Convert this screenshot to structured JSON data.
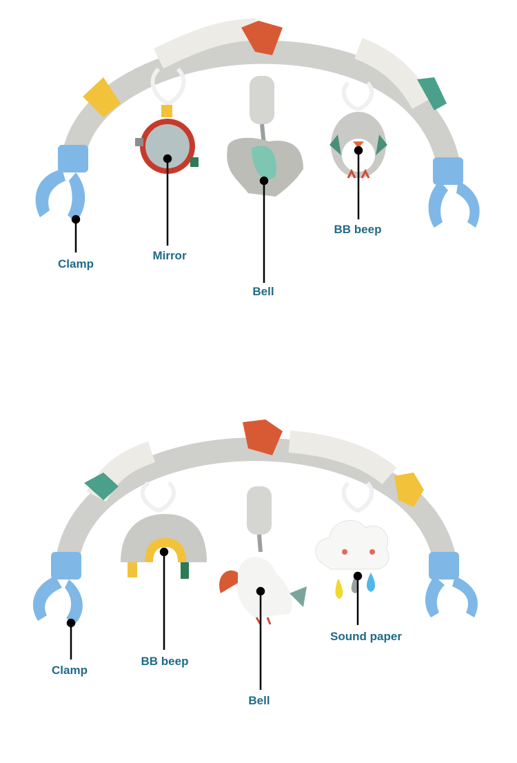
{
  "colors": {
    "label": "#1f6a86",
    "arch": "#cfcfcb",
    "arch_light": "#ecebe6",
    "clamp": "#7fb8e6",
    "leader": "#000000"
  },
  "panels": [
    {
      "name": "arch-1",
      "labels": [
        {
          "text": "Clamp"
        },
        {
          "text": "Mirror"
        },
        {
          "text": "Bell"
        },
        {
          "text": "BB beep"
        }
      ]
    },
    {
      "name": "arch-2",
      "labels": [
        {
          "text": "Clamp"
        },
        {
          "text": "BB beep"
        },
        {
          "text": "Bell"
        },
        {
          "text": "Sound paper"
        }
      ]
    }
  ]
}
